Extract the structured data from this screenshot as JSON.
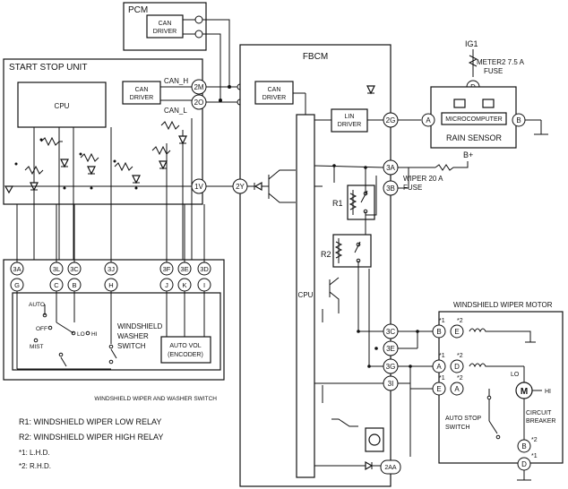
{
  "pcm": {
    "title": "PCM",
    "can_driver_l1": "CAN",
    "can_driver_l2": "DRIVER"
  },
  "ssu": {
    "title": "START STOP UNIT",
    "cpu": "CPU",
    "can_driver_l1": "CAN",
    "can_driver_l2": "DRIVER",
    "can_h": "CAN_H",
    "can_l": "CAN_L",
    "pin_2m": "2M",
    "pin_2o": "2O",
    "pin_1v": "1V"
  },
  "fbcm": {
    "title": "FBCM",
    "cpu": "CPU",
    "can_driver_l1": "CAN",
    "can_driver_l2": "DRIVER",
    "lin_driver_l1": "LIN",
    "lin_driver_l2": "DRIVER",
    "r1": "R1",
    "r2": "R2",
    "pins": [
      "2G",
      "3A",
      "3B",
      "2Y",
      "3C",
      "3E",
      "3G",
      "3I",
      "2AA"
    ]
  },
  "rain_sensor": {
    "ig1": "IG1",
    "fuse_l1": "METER2 7.5 A",
    "fuse_l2": "FUSE",
    "pin_d": "D",
    "pin_a": "A",
    "pin_b": "B",
    "microcomputer": "MICROCOMPUTER",
    "title": "RAIN SENSOR"
  },
  "battery": {
    "label": "B+",
    "fuse_l1": "WIPER 20 A",
    "fuse_l2": "FUSE"
  },
  "switch": {
    "upper_pins": [
      "3A",
      "3L",
      "3C",
      "3J",
      "3F",
      "3E",
      "3D"
    ],
    "lower_pins": [
      "G",
      "C",
      "B",
      "H",
      "J",
      "K",
      "I"
    ],
    "auto": "AUTO",
    "off": "OFF",
    "lo": "LO",
    "hi": "HI",
    "mist": "MIST",
    "washer_l1": "WINDSHIELD",
    "washer_l2": "WASHER",
    "washer_l3": "SWITCH",
    "auto_vol_l1": "AUTO VOL",
    "auto_vol_l2": "(ENCODER)",
    "caption": "WINDSHIELD WIPER AND WASHER SWITCH"
  },
  "motor": {
    "title": "WINDSHIELD WIPER MOTOR",
    "n1": "*1",
    "n2": "*2",
    "pin_b": "B",
    "pin_e": "E",
    "pin_a": "A",
    "pin_d": "D",
    "m": "M",
    "lo": "LO",
    "hi": "HI",
    "auto_stop_l1": "AUTO STOP",
    "auto_stop_l2": "SWITCH",
    "cb_l1": "CIRCUIT",
    "cb_l2": "BREAKER"
  },
  "legend": {
    "r1": "R1: WINDSHIELD WIPER LOW RELAY",
    "r2": "R2: WINDSHIELD WIPER HIGH RELAY",
    "n1": "*1: L.H.D.",
    "n2": "*2: R.H.D."
  }
}
